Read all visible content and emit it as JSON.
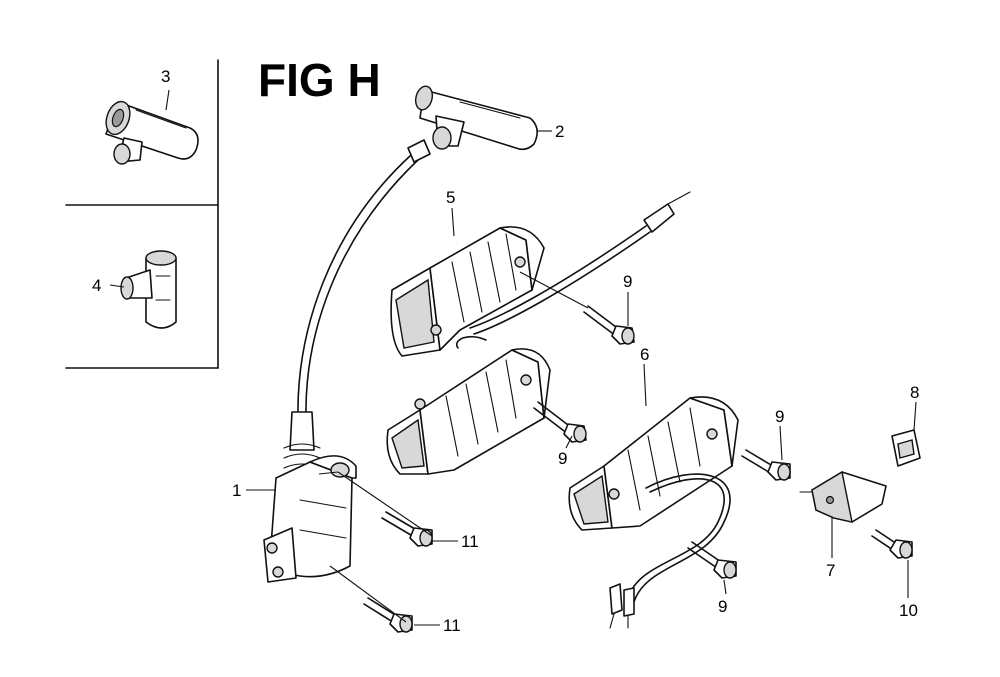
{
  "figure": {
    "title": "FIG H"
  },
  "callouts": {
    "c1": "1",
    "c2": "2",
    "c3": "3",
    "c4": "4",
    "c5": "5",
    "c6": "6",
    "c7": "7",
    "c8": "8",
    "c9a": "9",
    "c9b": "9",
    "c9c": "9",
    "c9d": "9",
    "c10": "10",
    "c11a": "11",
    "c11b": "11"
  }
}
